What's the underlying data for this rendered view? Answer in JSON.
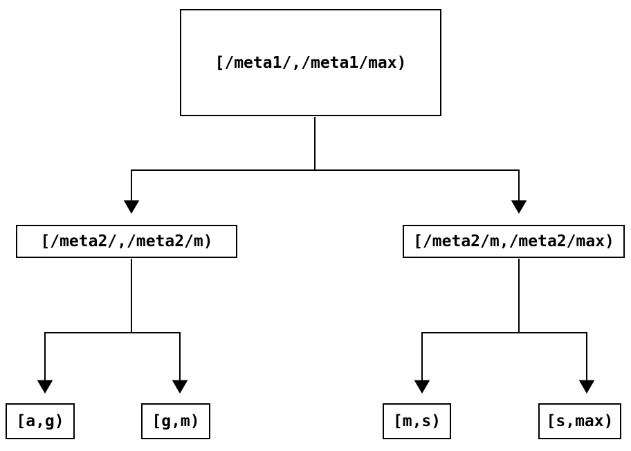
{
  "diagram": {
    "type": "binary-range-tree",
    "colors": {
      "background": "#ffffff",
      "line": "#000000",
      "text": "#000000"
    },
    "nodes": {
      "root": {
        "label": "[/meta1/,/meta1/max)"
      },
      "left": {
        "label": "[/meta2/,/meta2/m)"
      },
      "right": {
        "label": "[/meta2/m,/meta2/max)"
      },
      "leaf_ag": {
        "label": "[a,g)"
      },
      "leaf_gm": {
        "label": "[g,m)"
      },
      "leaf_ms": {
        "label": "[m,s)"
      },
      "leaf_smax": {
        "label": "[s,max)"
      }
    },
    "edges": [
      {
        "from": "root",
        "to": "left"
      },
      {
        "from": "root",
        "to": "right"
      },
      {
        "from": "left",
        "to": "leaf_ag"
      },
      {
        "from": "left",
        "to": "leaf_gm"
      },
      {
        "from": "right",
        "to": "leaf_ms"
      },
      {
        "from": "right",
        "to": "leaf_smax"
      }
    ]
  }
}
